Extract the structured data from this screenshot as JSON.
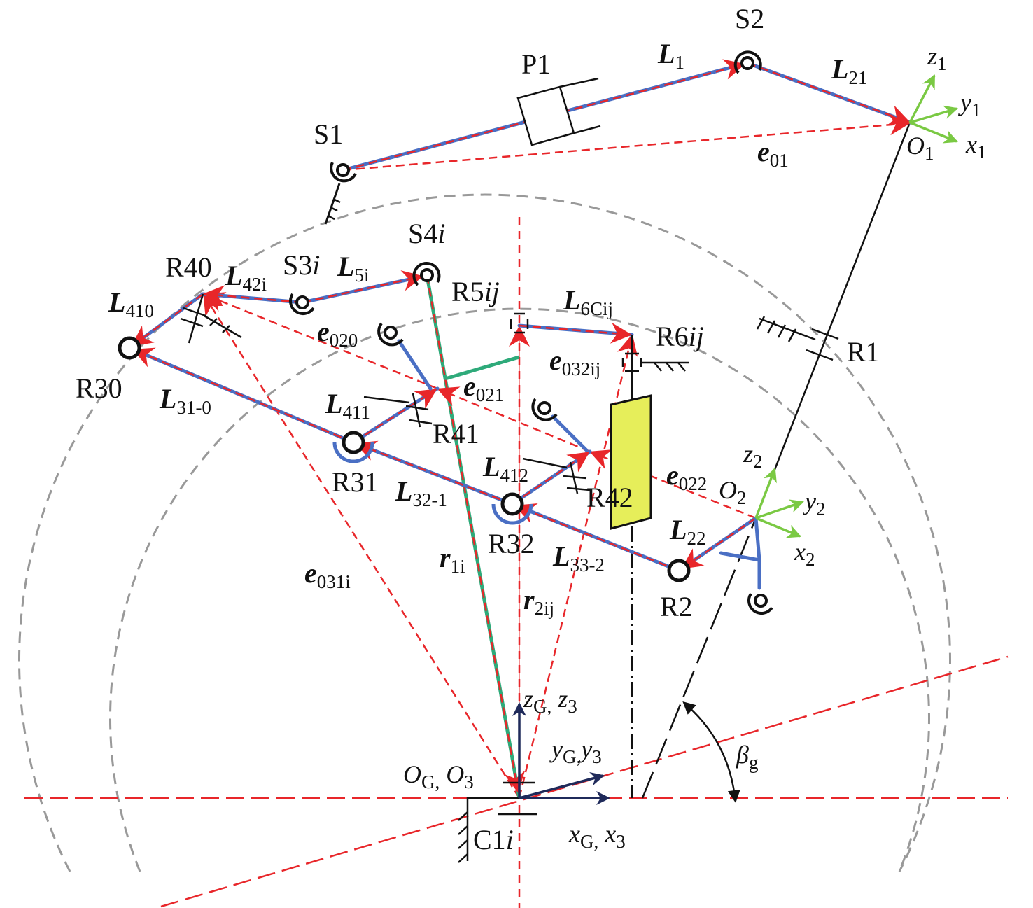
{
  "colors": {
    "link": "#4a6fc4",
    "vector": "#e8262a",
    "frame_local": "#7ac943",
    "frame_ground": "#1f2a5a",
    "actuator": "#e6ee5a",
    "green_link": "#2eaa7a",
    "circle": "#999999"
  },
  "labels": {
    "S1": {
      "main": "S1"
    },
    "S2": {
      "main": "S2"
    },
    "P1": {
      "main": "P1"
    },
    "R1": {
      "main": "R1"
    },
    "R2": {
      "main": "R2"
    },
    "R30": {
      "main": "R30"
    },
    "R31": {
      "main": "R31"
    },
    "R32": {
      "main": "R32"
    },
    "R40": {
      "main": "R40"
    },
    "R41": {
      "main": "R41"
    },
    "R42": {
      "main": "R42"
    },
    "S3i": {
      "main": "S3",
      "it": "i"
    },
    "S4i": {
      "main": "S4",
      "it": "i"
    },
    "R5ij": {
      "main": "R5",
      "it": "ij"
    },
    "R6ij": {
      "main": "R6",
      "it": "ij"
    },
    "C1i": {
      "main": "C1",
      "it": "i"
    },
    "L1": {
      "main": "L",
      "sub": "1"
    },
    "L21": {
      "main": "L",
      "sub": "21"
    },
    "e01": {
      "main": "e",
      "sub": "01"
    },
    "L410": {
      "main": "L",
      "sub": "410"
    },
    "L42i": {
      "main": "L",
      "sub": "42i"
    },
    "L5i": {
      "main": "L",
      "sub": "5i"
    },
    "L6Cij": {
      "main": "L",
      "sub": "6Cij"
    },
    "e020": {
      "main": "e",
      "sub": "020"
    },
    "e021": {
      "main": "e",
      "sub": "021"
    },
    "e022": {
      "main": "e",
      "sub": "022"
    },
    "e032ij": {
      "main": "e",
      "sub": "032ij"
    },
    "e031i": {
      "main": "e",
      "sub": "031i"
    },
    "L31_0": {
      "main": "L",
      "sub": "31-0"
    },
    "L411": {
      "main": "L",
      "sub": "411"
    },
    "L32_1": {
      "main": "L",
      "sub": "32-1"
    },
    "L412": {
      "main": "L",
      "sub": "412"
    },
    "L33_2": {
      "main": "L",
      "sub": "33-2"
    },
    "L22": {
      "main": "L",
      "sub": "22"
    },
    "r1i": {
      "main": "r",
      "sub": "1i"
    },
    "r2ij": {
      "main": "r",
      "sub": "2ij"
    },
    "z1": {
      "main": "z",
      "sub": "1"
    },
    "y1": {
      "main": "y",
      "sub": "1"
    },
    "x1": {
      "main": "x",
      "sub": "1"
    },
    "O1": {
      "main": "O",
      "sub": "1"
    },
    "z2": {
      "main": "z",
      "sub": "2"
    },
    "y2": {
      "main": "y",
      "sub": "2"
    },
    "x2": {
      "main": "x",
      "sub": "2"
    },
    "O2": {
      "main": "O",
      "sub": "2"
    },
    "zG": {
      "main": "z",
      "sub": "G,",
      "main2": " z",
      "sub2": "3"
    },
    "yG": {
      "main": "y",
      "sub": "G,",
      "main2": "y",
      "sub2": "3"
    },
    "xG": {
      "main": "x",
      "sub": "G,",
      "main2": " x",
      "sub2": "3"
    },
    "OG": {
      "main": "O",
      "sub": "G,",
      "main2": " O",
      "sub2": "3"
    },
    "beta": {
      "main": "β",
      "sub": "g"
    }
  }
}
